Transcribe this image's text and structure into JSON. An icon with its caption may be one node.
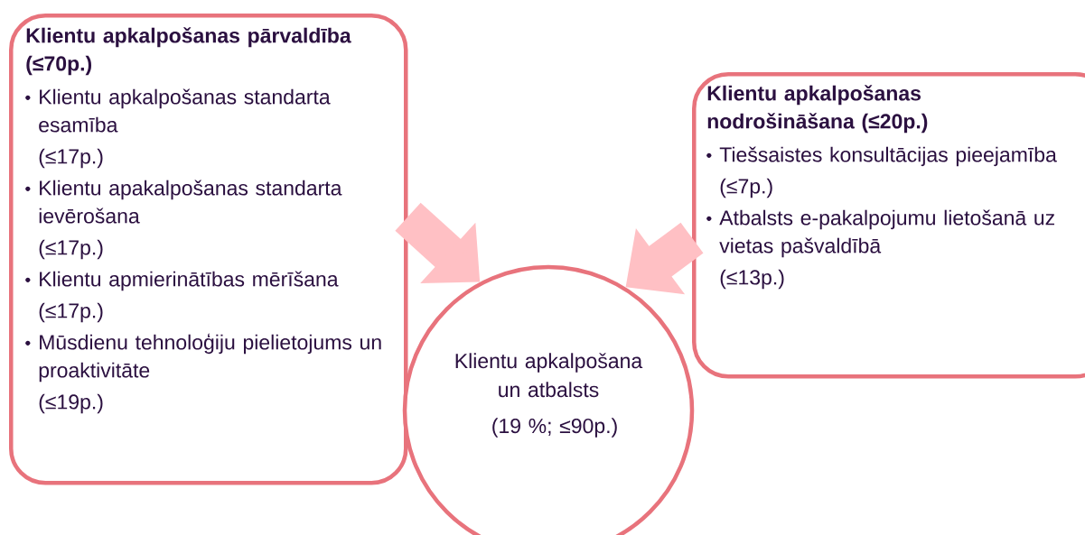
{
  "diagram": {
    "nodes": [
      {
        "text": [
          "Klientu apkalpošanas pārvaldība (≤70p.)",
          "Klientu apkalpošanas standarta esamība",
          "(≤17p.)",
          "Klientu apakalpošanas standarta ievērošana",
          "(≤17p.)",
          "Klientu apmierinātības mērīšana",
          "(≤17p.)",
          "Mūsdienu tehnoloģiju pielietojums  un proaktivitāte",
          "(≤19p.)"
        ]
      },
      {
        "text": [
          "Klientu apkalpošanas nodrošināšana (≤20p.)",
          "Tiešsaistes konsultācijas pieejamība",
          "(≤7p.)",
          "Atbalsts e-pakalpojumu lietošanā uz vietas pašvaldībā",
          "(≤13p.)"
        ]
      },
      {
        "text": [
          "Klientu apkalpošana un atbalsts",
          "(19 %; ≤90p.)"
        ]
      }
    ],
    "edges": [
      {
        "from": 0,
        "to": 2,
        "arrow": "to"
      },
      {
        "from": 1,
        "to": 2,
        "arrow": "to"
      }
    ]
  }
}
